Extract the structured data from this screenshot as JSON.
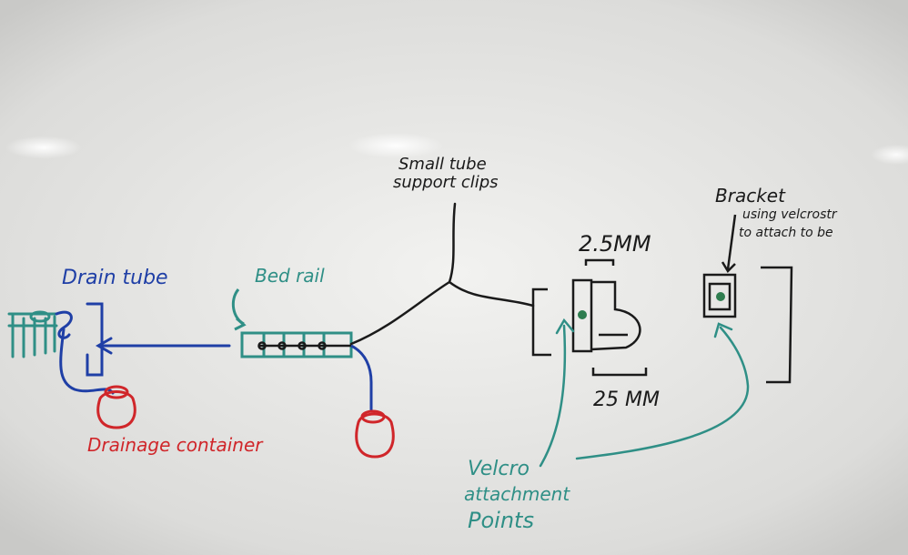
{
  "colors": {
    "board": "#e6e6e4",
    "black_marker": "#1a1a1a",
    "blue_marker": "#1f3fa6",
    "teal_marker": "#2f8f86",
    "red_marker": "#d0262a",
    "green_dot": "#2e7d4f"
  },
  "labels": {
    "drain_tube": "Drain tube",
    "bed_rail": "Bed rail",
    "drainage_container": "Drainage container",
    "small_tube_line1": "Small tube",
    "small_tube_line2": "support clips",
    "dim_top": "2.5MM",
    "dim_bottom": "25 MM",
    "bracket": "Bracket",
    "bracket_line2": "using velcrostr",
    "bracket_line3": "to attach to be",
    "velcro_line1": "Velcro",
    "velcro_line2": "attachment",
    "velcro_line3": "Points"
  }
}
